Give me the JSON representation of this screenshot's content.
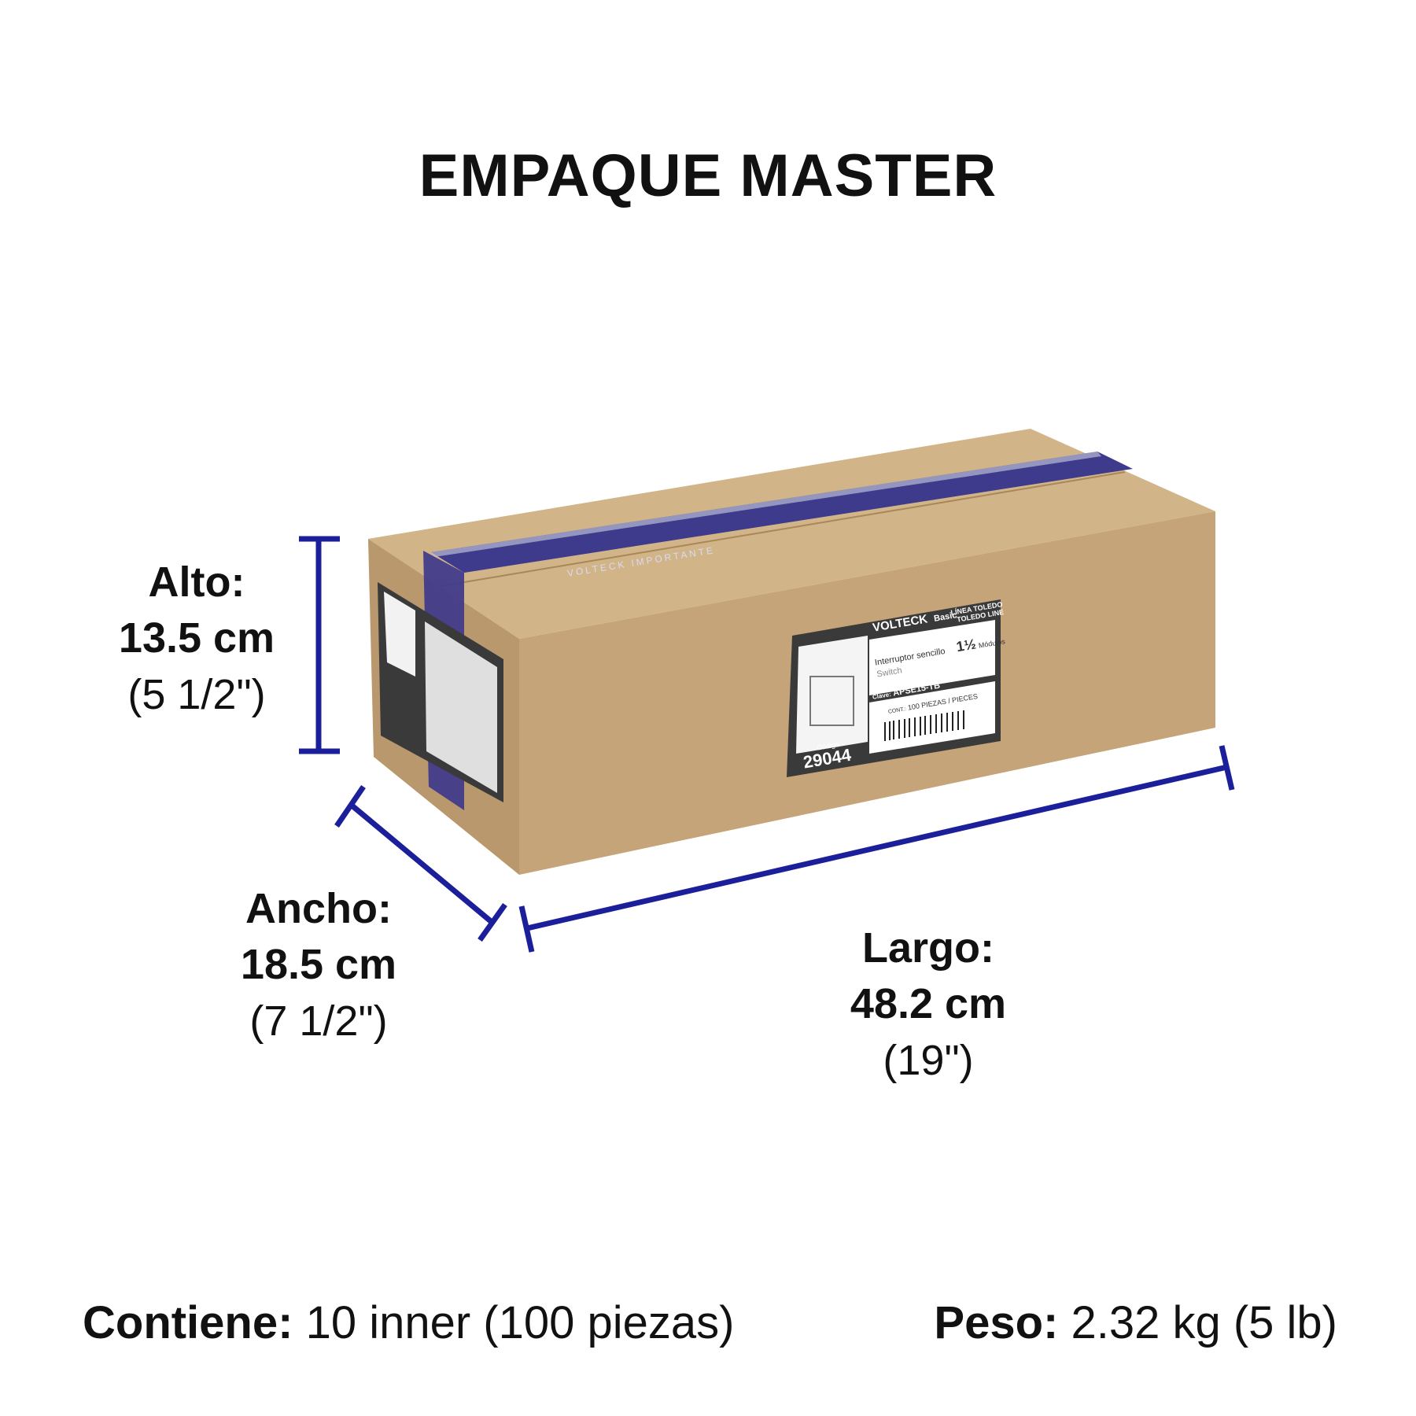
{
  "title": "EMPAQUE MASTER",
  "dimensions": {
    "alto": {
      "label": "Alto:",
      "metric": "13.5 cm",
      "imperial": "(5 1/2\")"
    },
    "ancho": {
      "label": "Ancho:",
      "metric": "18.5 cm",
      "imperial": "(7 1/2\")"
    },
    "largo": {
      "label": "Largo:",
      "metric": "48.2 cm",
      "imperial": "(19\")"
    }
  },
  "footer": {
    "contiene_label": "Contiene:",
    "contiene_value": "10 inner (100 piezas)",
    "peso_label": "Peso:",
    "peso_value": "2.32 kg (5 lb)"
  },
  "box_label": {
    "brand": "VOLTECK",
    "brand_sub": "Basic",
    "line": "LÍNEA TOLEDO",
    "line_en": "TOLEDO LINE",
    "product": "Interruptor sencillo",
    "product_en": "Switch",
    "modules": "1½",
    "modules_label": "Módulos",
    "clave_label": "Clave:",
    "clave": "APSE15-TB",
    "cont_label": "CONT.:",
    "cont": "100 PIEZAS / PIECES",
    "codigo_label": "Código",
    "codigo": "29044"
  },
  "tape_text": "VOLTECK  IMPORTANTE",
  "colors": {
    "cardboard_front": "#c4a478",
    "cardboard_top": "#d2b489",
    "cardboard_end": "#b8986c",
    "tape": "#3e3a8c",
    "dimension_line": "#1c1f9a",
    "label_dark": "#3a3a3a"
  }
}
